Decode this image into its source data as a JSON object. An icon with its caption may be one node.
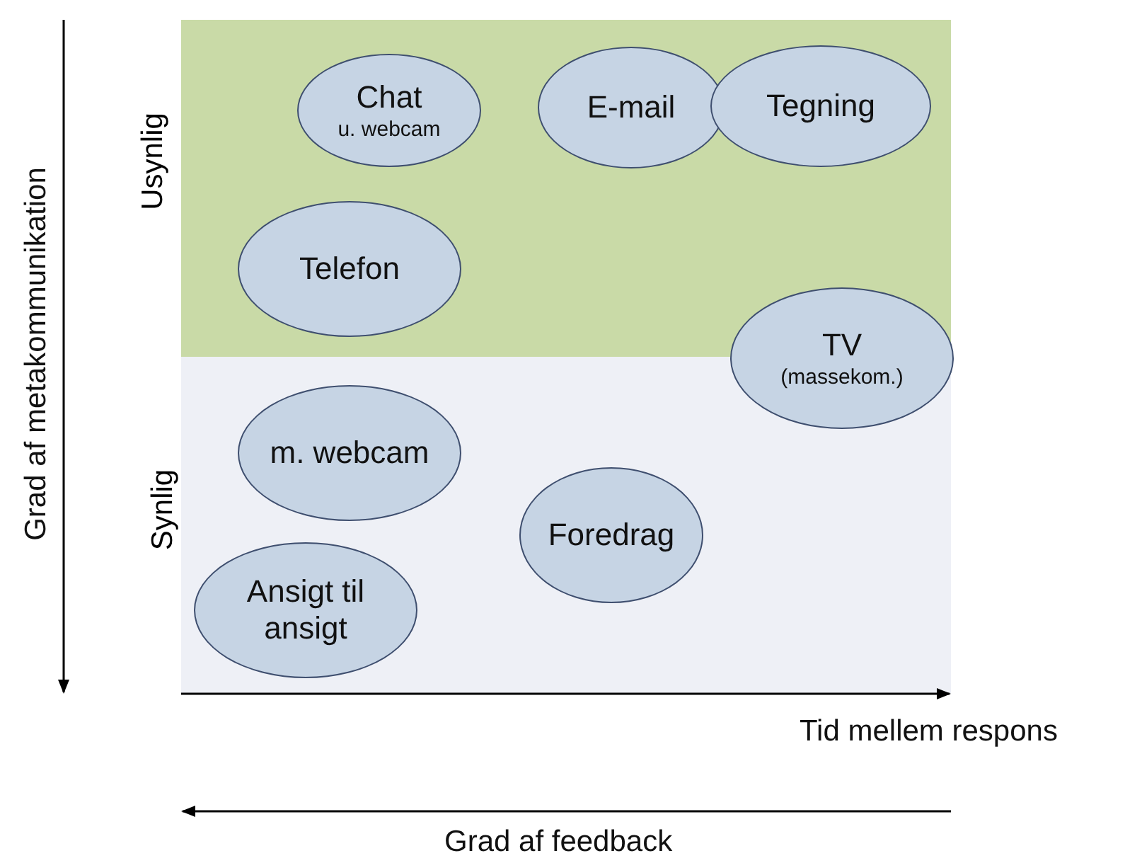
{
  "diagram": {
    "nodes": [
      {
        "text": [
          "Usynlig"
        ]
      },
      {
        "text": [
          "Chat",
          "u. webcam"
        ],
        "in": 0
      },
      {
        "text": [
          "E-mail"
        ],
        "in": 0
      },
      {
        "text": [
          "Tegning"
        ],
        "in": 0
      },
      {
        "text": [
          "Telefon"
        ],
        "in": 0
      },
      {
        "text": [
          "Synlig"
        ]
      },
      {
        "text": [
          "TV",
          "(massekom.)"
        ]
      },
      {
        "text": [
          "m. webcam"
        ],
        "in": 5
      },
      {
        "text": [
          "Foredrag"
        ],
        "in": 5
      },
      {
        "text": [
          "Ansigt til ansigt"
        ],
        "in": 5
      }
    ],
    "edges": [],
    "labels": [
      "Grad af metakommunikation",
      "Tid mellem respons",
      "Grad af feedback"
    ]
  }
}
